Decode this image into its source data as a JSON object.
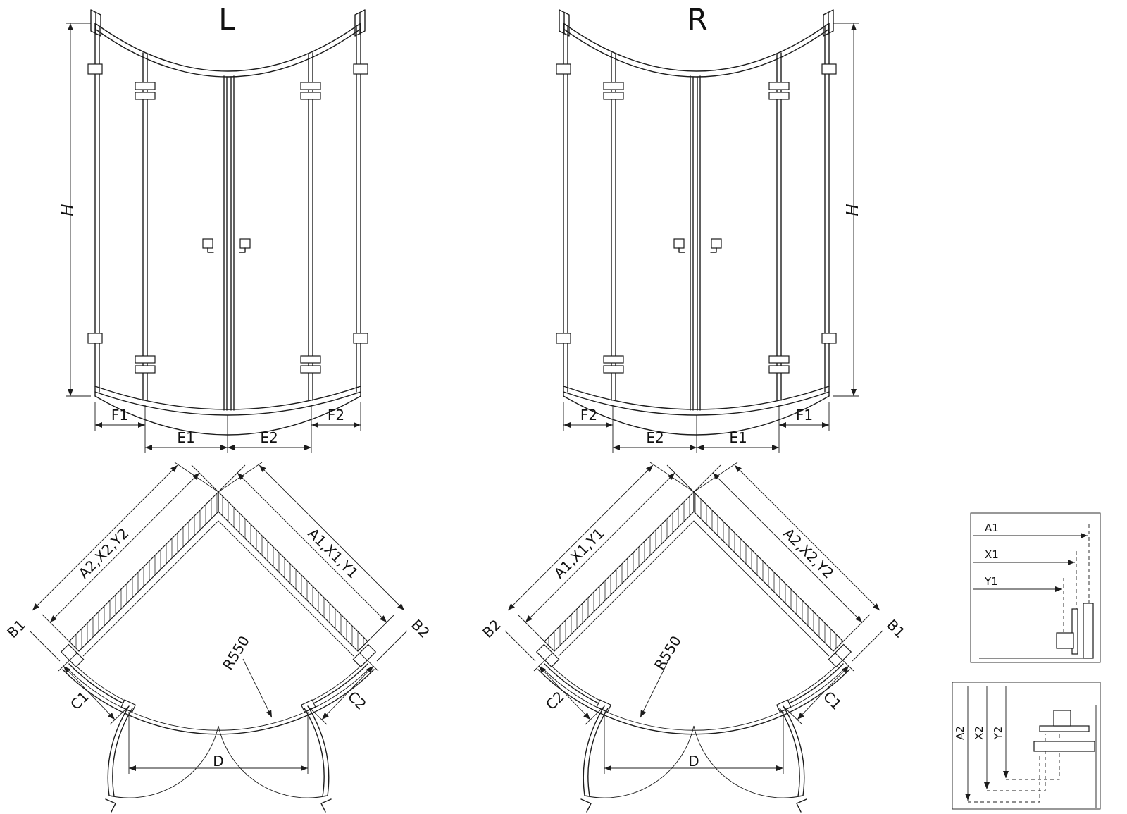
{
  "diagram": {
    "front_left": {
      "title": "L",
      "height_label": "H",
      "widths": [
        "F1",
        "E1",
        "E2",
        "F2"
      ]
    },
    "front_right": {
      "title": "R",
      "height_label": "H",
      "widths": [
        "F2",
        "E2",
        "E1",
        "F1"
      ]
    },
    "plan_left": {
      "wall_left": "A2,X2,Y2",
      "wall_right": "A1,X1,Y1",
      "side_left": "B1",
      "side_right": "B2",
      "panel_left": "C1",
      "panel_right": "C2",
      "radius": "R550",
      "door": "D"
    },
    "plan_right": {
      "wall_left": "A1,X1,Y1",
      "wall_right": "A2,X2,Y2",
      "side_left": "B2",
      "side_right": "B1",
      "panel_left": "C2",
      "panel_right": "C1",
      "radius": "R550",
      "door": "D"
    },
    "detail_top": {
      "labels": [
        "A1",
        "X1",
        "Y1"
      ]
    },
    "detail_bottom": {
      "labels": [
        "A2",
        "X2",
        "Y2"
      ]
    },
    "colors": {
      "line": "#1c1c1c",
      "bg": "#ffffff"
    }
  }
}
